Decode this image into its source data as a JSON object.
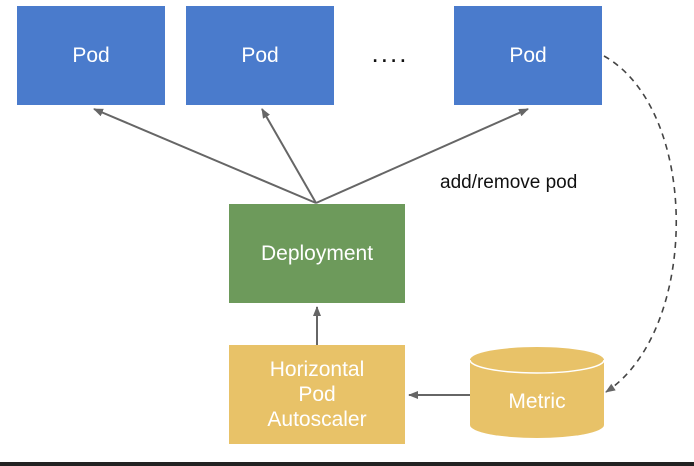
{
  "diagram": {
    "pods": [
      {
        "label": "Pod"
      },
      {
        "label": "Pod"
      },
      {
        "label": "Pod"
      }
    ],
    "ellipsis": "....",
    "deployment": {
      "label": "Deployment"
    },
    "hpa": {
      "line1": "Horizontal",
      "line2": "Pod",
      "line3": "Autoscaler"
    },
    "metric": {
      "label": "Metric"
    },
    "annotation": "add/remove pod",
    "colors": {
      "pod": "#4a7bcc",
      "deployment": "#6d9a5b",
      "autoscaler": "#e8c268",
      "metric": "#e8c268",
      "arrow": "#666666"
    }
  }
}
